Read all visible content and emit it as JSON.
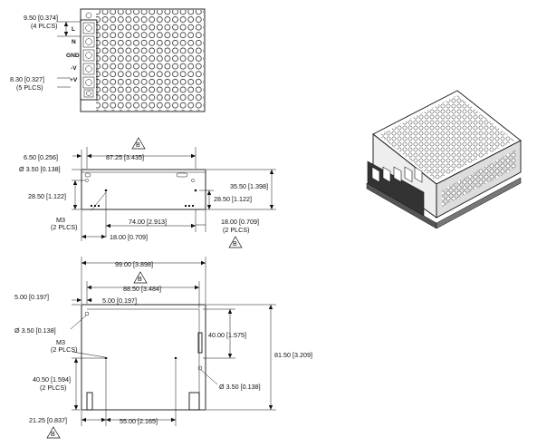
{
  "top_view": {
    "terminal_labels": [
      "L",
      "N",
      "GND",
      "-V",
      "+V"
    ],
    "dim_terminal_pitch": "9.50 [0.374]",
    "dim_terminal_pitch_qty": "(4 PLCS)",
    "dim_terminal_offset": "8.30 [0.327]",
    "dim_terminal_offset_qty": "(5 PLCS)"
  },
  "side_view": {
    "dim_left_offset": "6.50 [0.256]",
    "dim_hole_length": "87.25 [3.435]",
    "dim_hole_dia": "3.50 [0.138]",
    "dim_height_left": "28.50 [1.122]",
    "dim_overall_height": "35.50 [1.398]",
    "dim_height_right": "28.50 [1.122]",
    "thread_callout": "M3",
    "thread_qty": "(2 PLCS)",
    "dim_hole_spacing": "74.00 [2.913]",
    "dim_right_offset": "18.00 [0.709]",
    "dim_right_offset_qty": "(2 PLCS)",
    "dim_left_base": "18.00 [0.709]"
  },
  "bottom_view": {
    "dim_overall_width": "99.00 [3.898]",
    "dim_hole_span": "88.50 [3.484]",
    "dim_left_edge": "5.00 [0.197]",
    "dim_inner_offset": "5.00 [0.197]",
    "dim_hole_dia_left": "3.50 [0.138]",
    "thread_callout": "M3",
    "thread_qty": "(2 PLCS)",
    "dim_inner_height": "40.00 [1.575]",
    "dim_overall_height": "81.50 [3.209]",
    "dim_lower_height": "40.50 [1.594]",
    "dim_lower_height_qty": "(2 PLCS)",
    "dim_hole_dia_right": "3.50 [0.138]",
    "dim_bottom_offset": "21.25 [0.837]",
    "dim_bottom_spacing": "55.00 [2.165]"
  },
  "datum_letter": "B",
  "symbols": {
    "diameter": "Ø"
  },
  "icons": {
    "datum": "datum-triangle-icon",
    "arrow": "dimension-arrow-icon"
  }
}
